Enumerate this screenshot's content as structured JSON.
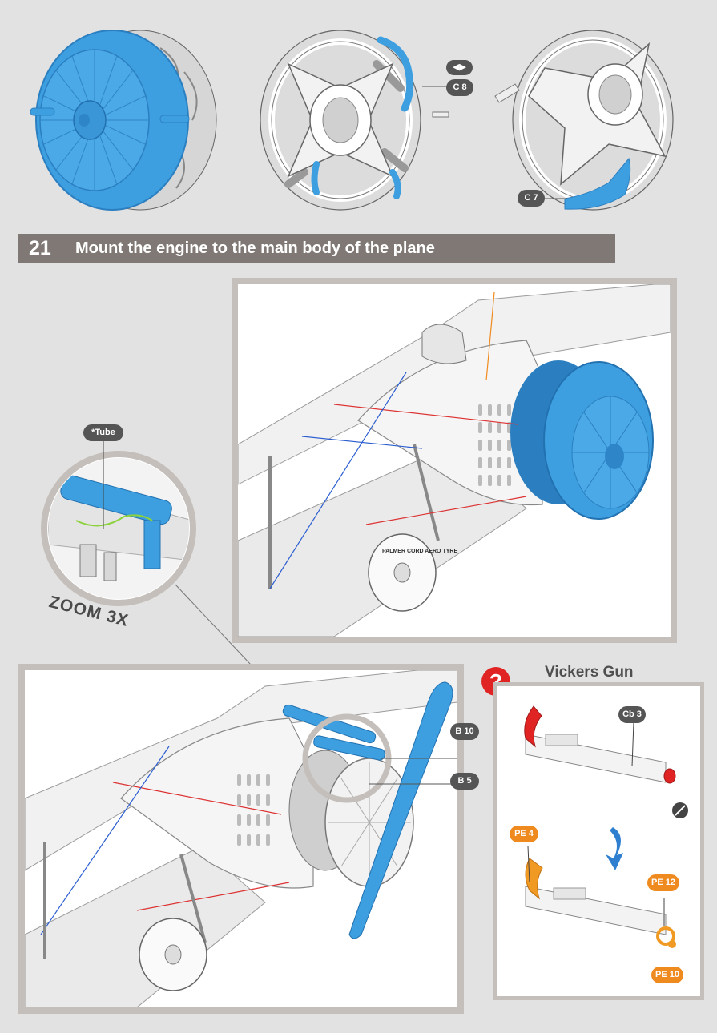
{
  "step": {
    "number": "21",
    "title": "Mount the engine to the main body of the plane"
  },
  "parts": {
    "c8": "C 8",
    "c7": "C 7",
    "b10": "B 10",
    "b5": "B 5",
    "cb3": "Cb 3",
    "pe4": "PE 4",
    "pe12": "PE 12",
    "pe10": "PE 10"
  },
  "callouts": {
    "tube": "*Tube",
    "zoom": "ZOOM  3X"
  },
  "vickers": {
    "title": "Vickers Gun",
    "help_icon": "?"
  },
  "icons": {
    "mirror": "◀▶"
  },
  "wheel_text": "PALMER CORD AERO TYRE",
  "colors": {
    "part_blue": "#3d9fe0",
    "label_gray": "#555555",
    "label_orange": "#ee8a1e",
    "help_red": "#e02424",
    "step_bar": "#7f7874",
    "frame_border": "#c4bfba"
  }
}
